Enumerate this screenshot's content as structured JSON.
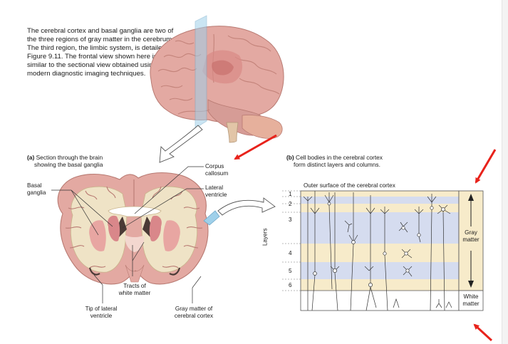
{
  "intro_text": "The cerebral cortex and basal ganglia are two of the three regions of gray matter in the cerebrum. The third region, the limbic system, is detailed in Figure 9.11. The frontal view shown here is similar to the sectional view obtained using modern diagnostic imaging techniques.",
  "panel_a": {
    "letter": "(a)",
    "caption_line1": " Section through the brain",
    "caption_line2": "showing the basal ganglia",
    "labels": {
      "basal_ganglia_1": "Basal",
      "basal_ganglia_2": "ganglia",
      "corpus_callosum_1": "Corpus",
      "corpus_callosum_2": "callosum",
      "lateral_ventricle_1": "Lateral",
      "lateral_ventricle_2": "ventricle",
      "tracts_1": "Tracts of",
      "tracts_2": "white matter",
      "tip_lateral_1": "Tip of lateral",
      "tip_lateral_2": "ventricle",
      "gray_matter_1": "Gray matter of",
      "gray_matter_2": "cerebral cortex"
    }
  },
  "panel_b": {
    "letter": "(b)",
    "caption_line1": " Cell bodies in the cerebral cortex",
    "caption_line2": "form distinct layers and columns.",
    "outer_surface": "Outer surface of the cerebral cortex",
    "layers_axis_label": "Layers",
    "layers": [
      "1",
      "2",
      "3",
      "4",
      "5",
      "6"
    ],
    "gray_matter_1": "Gray",
    "gray_matter_2": "matter",
    "white_matter_1": "White",
    "white_matter_2": "matter"
  },
  "colors": {
    "annotation_arrow": "#e8221b",
    "brain_pink": "#e3a9a2",
    "white_matter": "#efe3c6",
    "layer_blue": "#d5dcef",
    "layer_cream": "#f7ebca",
    "section_plane": "#9fd0ea"
  }
}
